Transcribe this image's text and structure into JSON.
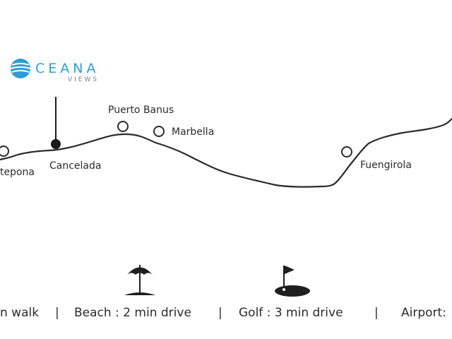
{
  "logo": {
    "word": "CEANA",
    "sub": "VIEWS",
    "brand_color": "#2a9fd6"
  },
  "places": {
    "estepona": "tepona",
    "cancelada": "Cancelada",
    "puerto_banus": "Puerto Banus",
    "marbella": "Marbella",
    "fuengirola": "Fuengirola"
  },
  "amenities": {
    "walk": "n walk",
    "beach": "Beach : 2 min drive",
    "golf": "Golf : 3 min drive",
    "airport": "Airport:",
    "separator": "|"
  },
  "icons": {
    "beach": "beach-umbrella-icon",
    "golf": "golf-flag-icon",
    "logo": "globe-icon"
  },
  "colors": {
    "line": "#2b2b2b",
    "marker": "#1a1a1a"
  }
}
